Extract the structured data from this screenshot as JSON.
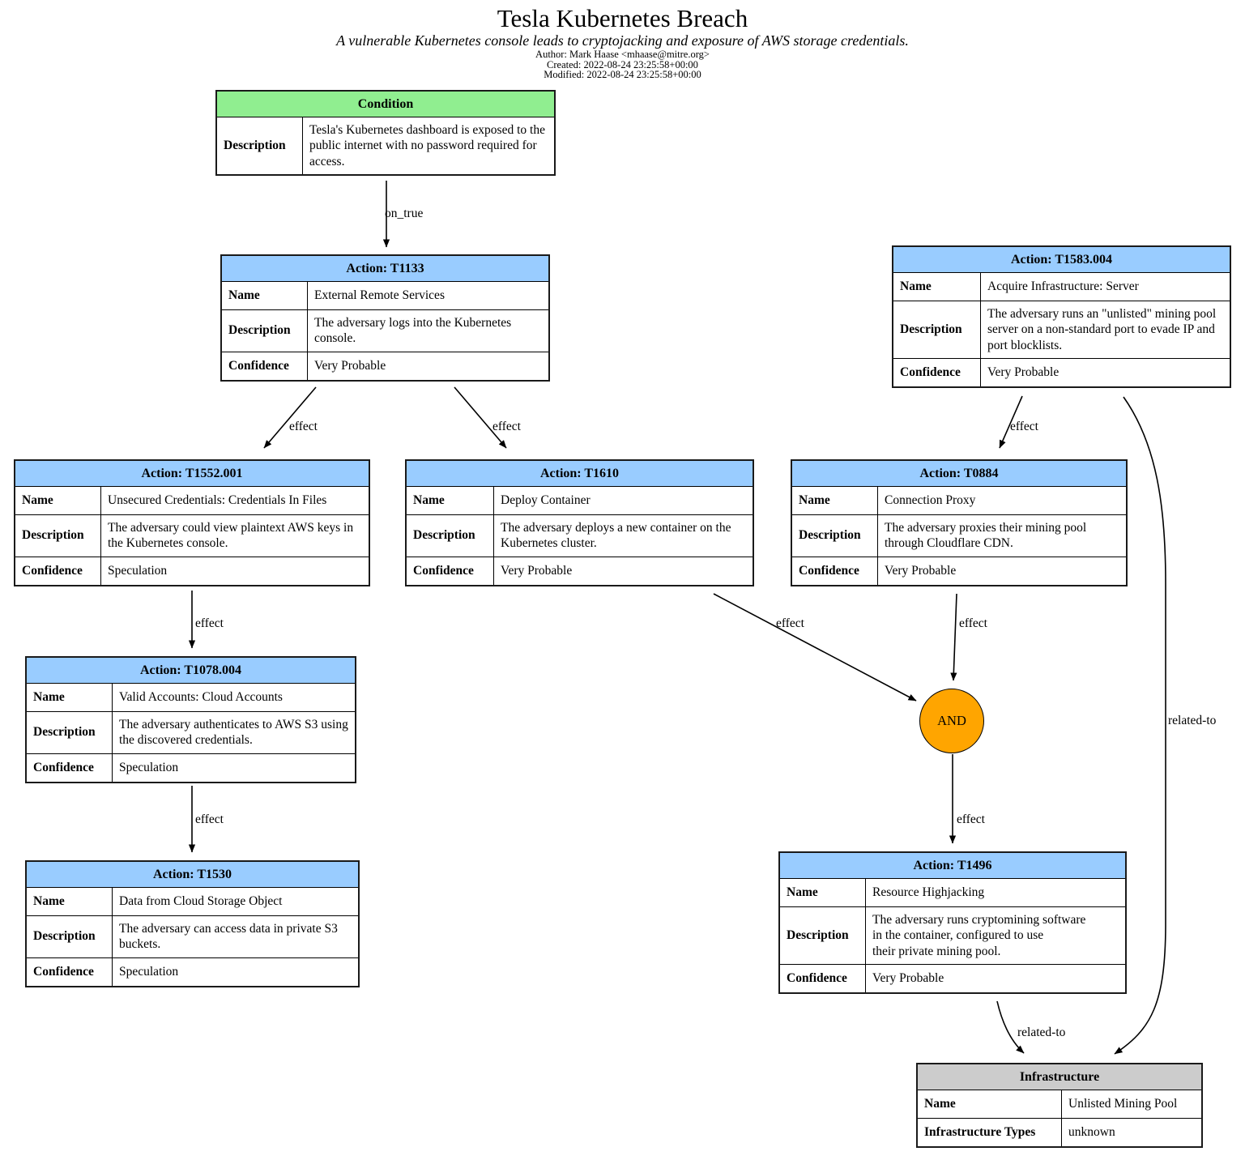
{
  "header": {
    "title": "Tesla Kubernetes Breach",
    "subtitle": "A vulnerable Kubernetes console leads to cryptojacking and exposure of AWS storage credentials.",
    "meta": [
      "Author: Mark Haase <mhaase@mitre.org>",
      "Created: 2022-08-24 23:25:58+00:00",
      "Modified: 2022-08-24 23:25:58+00:00"
    ]
  },
  "colors": {
    "action_header": "#99CCFF",
    "condition_header": "#90EE90",
    "infrastructure_header": "#CCCCCC",
    "and_gate_fill": "#FFA500",
    "edge_stroke": "#000000"
  },
  "nodes": {
    "condition": {
      "title": "Condition",
      "rows": [
        {
          "label": "Description",
          "value": "Tesla's Kubernetes dashboard is exposed to the public internet with no password required for access."
        }
      ]
    },
    "t1133": {
      "title": "Action: T1133",
      "rows": [
        {
          "label": "Name",
          "value": "External Remote Services"
        },
        {
          "label": "Description",
          "value": "The adversary logs into the Kubernetes console."
        },
        {
          "label": "Confidence",
          "value": "Very Probable"
        }
      ]
    },
    "t1583_004": {
      "title": "Action: T1583.004",
      "rows": [
        {
          "label": "Name",
          "value": "Acquire Infrastructure: Server"
        },
        {
          "label": "Description",
          "value": "The adversary runs an \"unlisted\" mining pool server on a non-standard port to evade IP and port blocklists."
        },
        {
          "label": "Confidence",
          "value": "Very Probable"
        }
      ]
    },
    "t1552_001": {
      "title": "Action: T1552.001",
      "rows": [
        {
          "label": "Name",
          "value": "Unsecured Credentials: Credentials In Files"
        },
        {
          "label": "Description",
          "value": "The adversary could view plaintext AWS keys in the Kubernetes console."
        },
        {
          "label": "Confidence",
          "value": "Speculation"
        }
      ]
    },
    "t1610": {
      "title": "Action: T1610",
      "rows": [
        {
          "label": "Name",
          "value": "Deploy Container"
        },
        {
          "label": "Description",
          "value": "The adversary deploys a new container on the Kubernetes cluster."
        },
        {
          "label": "Confidence",
          "value": "Very Probable"
        }
      ]
    },
    "t0884": {
      "title": "Action: T0884",
      "rows": [
        {
          "label": "Name",
          "value": "Connection Proxy"
        },
        {
          "label": "Description",
          "value": "The adversary proxies their mining pool through Cloudflare CDN."
        },
        {
          "label": "Confidence",
          "value": "Very Probable"
        }
      ]
    },
    "t1078_004": {
      "title": "Action: T1078.004",
      "rows": [
        {
          "label": "Name",
          "value": "Valid Accounts: Cloud Accounts"
        },
        {
          "label": "Description",
          "value": "The adversary authenticates to AWS S3 using the discovered credentials."
        },
        {
          "label": "Confidence",
          "value": "Speculation"
        }
      ]
    },
    "t1530": {
      "title": "Action: T1530",
      "rows": [
        {
          "label": "Name",
          "value": "Data from Cloud Storage Object"
        },
        {
          "label": "Description",
          "value": "The adversary can access data in private S3 buckets."
        },
        {
          "label": "Confidence",
          "value": "Speculation"
        }
      ]
    },
    "t1496": {
      "title": "Action: T1496",
      "rows": [
        {
          "label": "Name",
          "value": "Resource Highjacking"
        },
        {
          "label": "Description",
          "value": "The adversary runs cryptomining software\nin the container, configured to use\ntheir private mining pool."
        },
        {
          "label": "Confidence",
          "value": "Very Probable"
        }
      ]
    },
    "and_gate": {
      "label": "AND"
    },
    "infrastructure": {
      "title": "Infrastructure",
      "rows": [
        {
          "label": "Name",
          "value": "Unlisted Mining Pool"
        },
        {
          "label": "Infrastructure Types",
          "value": "unknown"
        }
      ]
    }
  },
  "edges": [
    {
      "id": "condition-t1133",
      "label": "on_true"
    },
    {
      "id": "t1133-t1552_001",
      "label": "effect"
    },
    {
      "id": "t1133-t1610",
      "label": "effect"
    },
    {
      "id": "t1583_004-t0884",
      "label": "effect"
    },
    {
      "id": "t1552_001-t1078_004",
      "label": "effect"
    },
    {
      "id": "t1078_004-t1530",
      "label": "effect"
    },
    {
      "id": "t1610-and",
      "label": "effect"
    },
    {
      "id": "t0884-and",
      "label": "effect"
    },
    {
      "id": "and-t1496",
      "label": "effect"
    },
    {
      "id": "t1496-infrastructure",
      "label": "related-to"
    },
    {
      "id": "t1583_004-infrastructure",
      "label": "related-to"
    }
  ]
}
